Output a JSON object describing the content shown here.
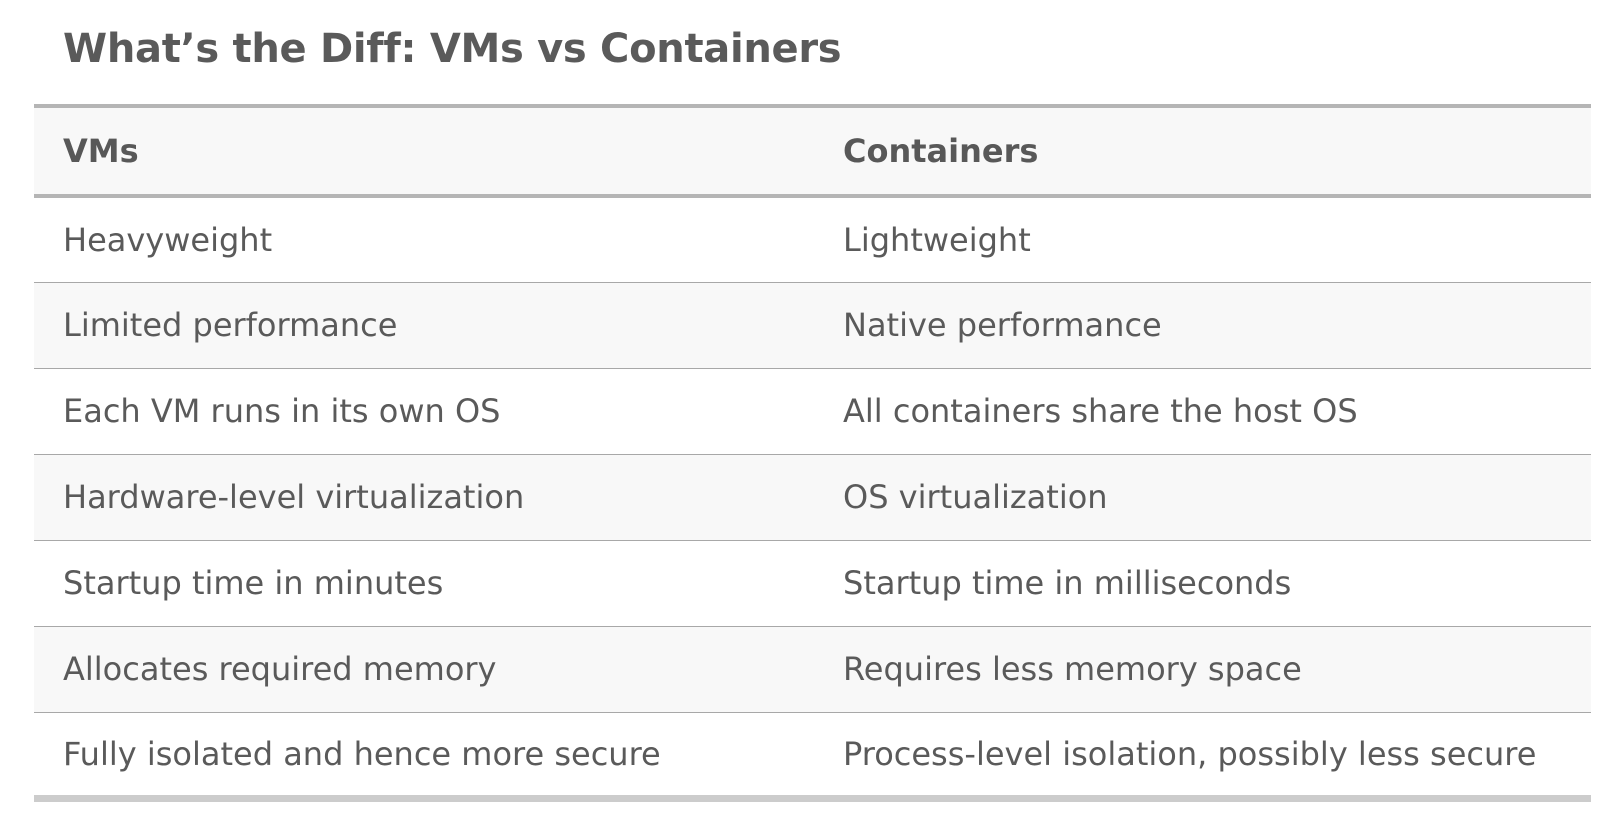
{
  "title": "What’s the Diff: VMs vs Containers",
  "table": {
    "headers": [
      "VMs",
      "Containers"
    ],
    "rows": [
      [
        "Heavyweight",
        "Lightweight"
      ],
      [
        "Limited performance",
        "Native performance"
      ],
      [
        "Each VM runs in its own OS",
        "All containers share the host OS"
      ],
      [
        "Hardware-level virtualization",
        "OS virtualization"
      ],
      [
        "Startup time in minutes",
        "Startup time in milliseconds"
      ],
      [
        "Allocates required memory",
        "Requires less memory space"
      ],
      [
        "Fully isolated and hence more secure",
        "Process-level isolation, possibly less secure"
      ]
    ]
  }
}
